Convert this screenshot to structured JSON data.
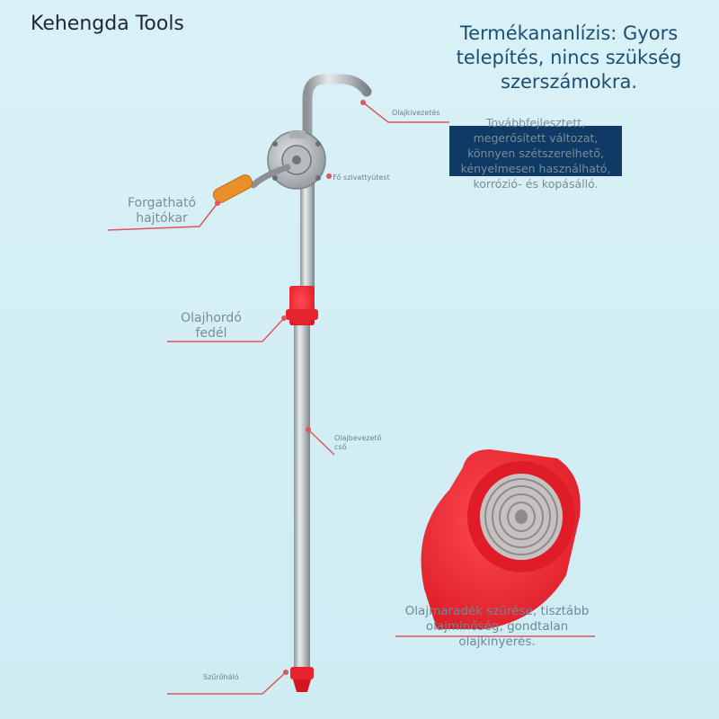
{
  "brand": "Kehengda Tools",
  "headline": "Termékananlízis: Gyors telepítés, nincs szükség szerszámokra.",
  "feature_text": "Továbbfejlesztett, megerősített változat, könnyen szétszerelhető, kényelmesen használható, korrózió- és kopásálló.",
  "labels": {
    "crank": "Forgatható hajtókar",
    "lid": "Olajhordó fedél",
    "outlet": "Olajkivezetés",
    "pump_body": "Fő szivattyútest",
    "inlet_pipe": "Olajbevezető cső",
    "strainer": "Szűrőháló"
  },
  "filter_text": "Olajmaradék szűrése, tisztább olajminőség, gondtalan olajkinyerés.",
  "colors": {
    "background": "#d5eff5",
    "accent_red": "#e8232f",
    "leader_line": "#e0545c",
    "navy_box": "#0f3a66",
    "handle_orange": "#e9902a"
  }
}
